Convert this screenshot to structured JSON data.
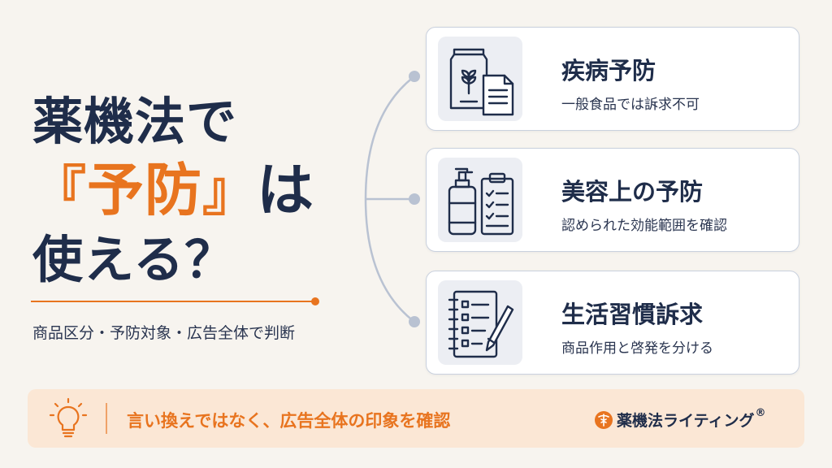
{
  "headline": {
    "line1": "薬機法で",
    "line2_open": "『",
    "line2_accent": "予防",
    "line2_close": "』",
    "line2_tail": "は",
    "line3": "使える？"
  },
  "subtitle": "商品区分・予防対象・広告全体で判断",
  "cards": [
    {
      "title": "疾病予防",
      "desc": "一般食品では訴求不可",
      "icon": "food-package-document-icon"
    },
    {
      "title": "美容上の予防",
      "desc": "認められた効能範囲を確認",
      "icon": "pump-bottle-checklist-icon"
    },
    {
      "title": "生活習慣訴求",
      "desc": "商品作用と啓発を分ける",
      "icon": "notebook-pen-icon"
    }
  ],
  "banner": {
    "tip": "言い換えではなく、広告全体の印象を確認",
    "brand_name": "薬機法ライティング",
    "brand_mark": "®",
    "icon": "lightbulb-icon"
  },
  "colors": {
    "accent": "#e8741f",
    "navy": "#1f2d4a",
    "background": "#f7f4ef",
    "banner_bg": "#fbe7d5"
  }
}
